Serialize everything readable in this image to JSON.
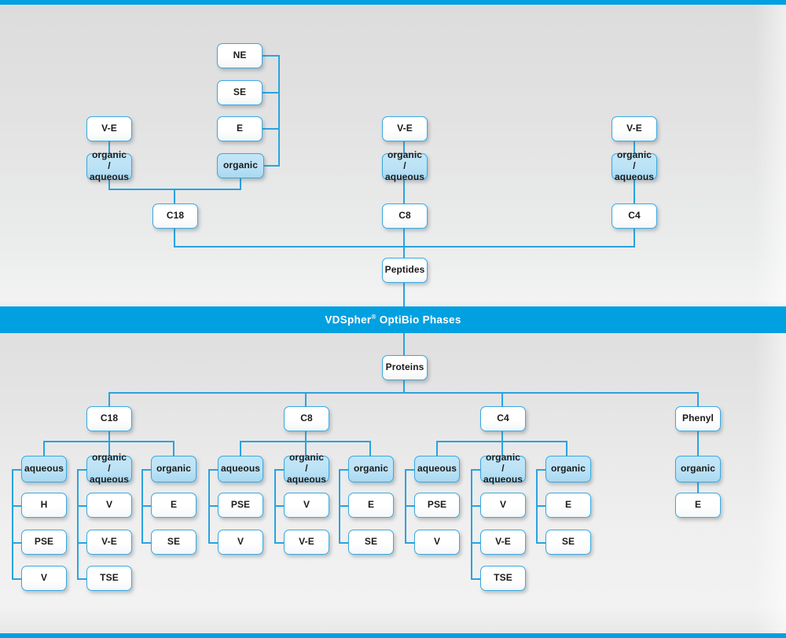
{
  "diagram": {
    "title": "VDSpher OptiBio Phases selection chart",
    "banner": {
      "text_before": "VDSpher",
      "registered_mark": "®",
      "text_after": " OptiBio Phases"
    },
    "colors": {
      "accent": "#00a0e1",
      "line": "#29a3e0",
      "node_border": "#38a9e2",
      "node_fill_highlight": "#bbe2f6",
      "node_fill_plain": "#ffffff",
      "background_top": "#dcdcdc",
      "background_bottom": "#e6e6e6",
      "banner_text": "#ffffff"
    },
    "peptides_section": {
      "root_label": "Peptides",
      "branches": [
        {
          "phase_label": "C18",
          "modes": [
            {
              "mode_label": "organic /\naqueous",
              "highlighted": false,
              "parent_label": "V-E",
              "children": []
            },
            {
              "mode_label": "organic",
              "highlighted": true,
              "parent_label": "",
              "children": [
                "NE",
                "SE",
                "E"
              ]
            }
          ]
        },
        {
          "phase_label": "C8",
          "modes": [
            {
              "mode_label": "organic /\naqueous",
              "highlighted": true,
              "parent_label": "V-E",
              "children": []
            }
          ]
        },
        {
          "phase_label": "C4",
          "modes": [
            {
              "mode_label": "organic /\naqueous",
              "highlighted": true,
              "parent_label": "V-E",
              "children": []
            }
          ]
        }
      ]
    },
    "proteins_section": {
      "root_label": "Proteins",
      "branches": [
        {
          "phase_label": "C18",
          "columns": [
            {
              "mode_label": "aqueous",
              "items": [
                "H",
                "PSE",
                "V"
              ]
            },
            {
              "mode_label": "organic /\naqueous",
              "items": [
                "V",
                "V-E",
                "TSE"
              ]
            },
            {
              "mode_label": "organic",
              "items": [
                "E",
                "SE"
              ]
            }
          ]
        },
        {
          "phase_label": "C8",
          "columns": [
            {
              "mode_label": "aqueous",
              "items": [
                "PSE",
                "V"
              ]
            },
            {
              "mode_label": "organic /\naqueous",
              "items": [
                "V",
                "V-E"
              ]
            },
            {
              "mode_label": "organic",
              "items": [
                "E",
                "SE"
              ]
            }
          ]
        },
        {
          "phase_label": "C4",
          "columns": [
            {
              "mode_label": "aqueous",
              "items": [
                "PSE",
                "V"
              ]
            },
            {
              "mode_label": "organic /\naqueous",
              "items": [
                "V",
                "V-E",
                "TSE"
              ]
            },
            {
              "mode_label": "organic",
              "items": [
                "E",
                "SE"
              ]
            }
          ]
        },
        {
          "phase_label": "Phenyl",
          "columns": [
            {
              "mode_label": "organic",
              "items": [
                "E"
              ]
            }
          ]
        }
      ]
    },
    "labels": {
      "pep_c18_ve": "V-E",
      "pep_c18_orgaq": "organic /\naqueous",
      "pep_c18_ne": "NE",
      "pep_c18_se": "SE",
      "pep_c18_e": "E",
      "pep_c18_organic": "organic",
      "pep_c18_phase": "C18",
      "pep_c8_ve": "V-E",
      "pep_c8_orgaq": "organic /\naqueous",
      "pep_c8_phase": "C8",
      "pep_c4_ve": "V-E",
      "pep_c4_orgaq": "organic /\naqueous",
      "pep_c4_phase": "C4",
      "peptides": "Peptides",
      "proteins": "Proteins",
      "pr_c18": "C18",
      "pr_c8": "C8",
      "pr_c4": "C4",
      "pr_phenyl": "Phenyl",
      "aqueous": "aqueous",
      "organic_aqueous": "organic /\naqueous",
      "organic": "organic",
      "H": "H",
      "PSE": "PSE",
      "V": "V",
      "V-E": "V-E",
      "TSE": "TSE",
      "E": "E",
      "SE": "SE"
    }
  }
}
